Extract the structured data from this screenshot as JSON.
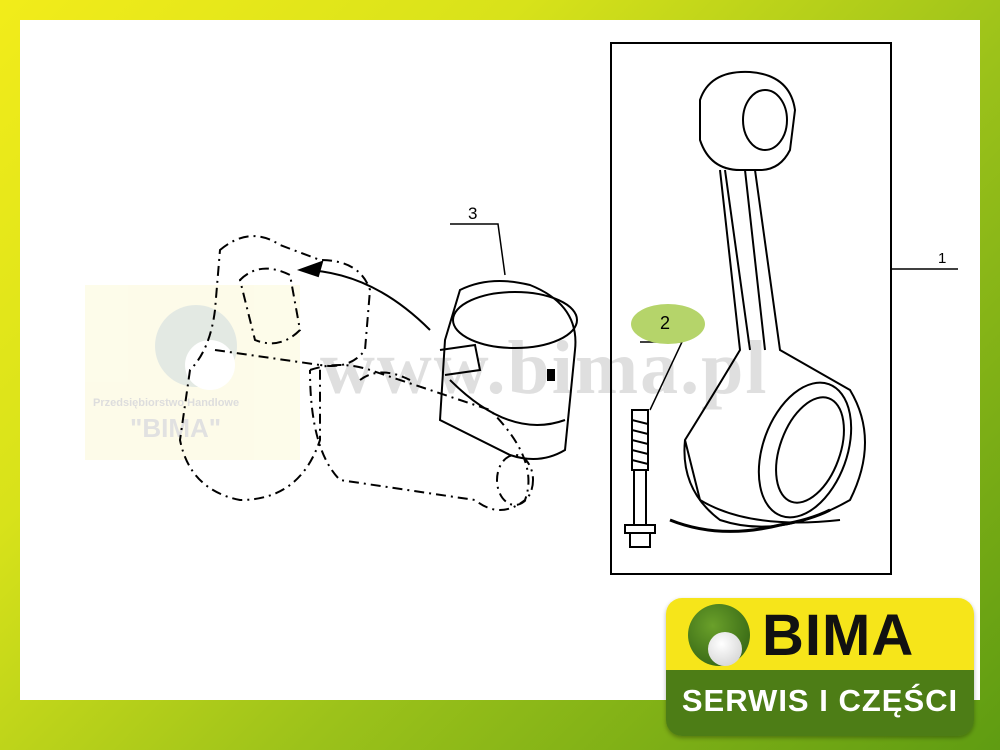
{
  "diagram": {
    "title": "Connecting rod assembly",
    "callouts": [
      {
        "label": "1"
      },
      {
        "label": "2"
      },
      {
        "label": "3"
      }
    ],
    "callout_highlight_color": "#b5d46a"
  },
  "watermark": {
    "company_line": "Przedsiębiorstwo Handlowe",
    "company_name": "\"BIMA\"",
    "url": "www.bima.pl"
  },
  "logo": {
    "name": "BIMA",
    "tagline": "SERWIS I CZĘŚCI",
    "colors": {
      "yellow": "#f6e51a",
      "green": "#4d7d16"
    }
  }
}
